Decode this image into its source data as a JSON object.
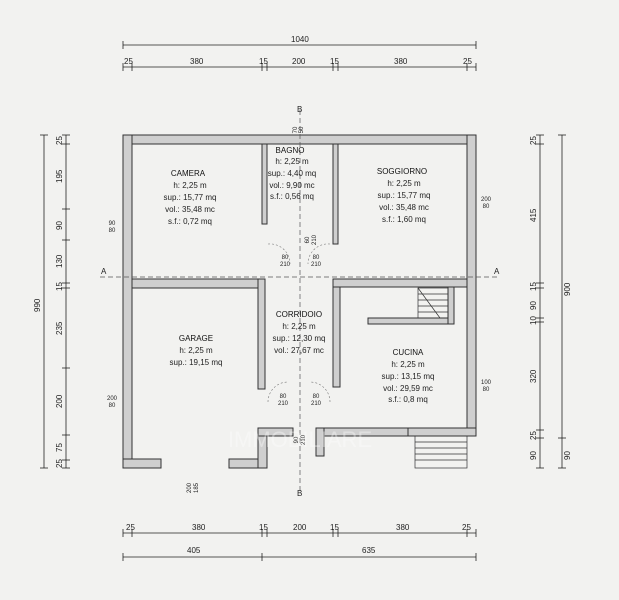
{
  "dims": {
    "top_total": "1040",
    "top_parts": [
      "25",
      "380",
      "15",
      "200",
      "15",
      "380",
      "25"
    ],
    "bottom_parts": [
      "25",
      "380",
      "15",
      "200",
      "15",
      "380",
      "25"
    ],
    "bottom_total": [
      "405",
      "635"
    ],
    "left_parts": [
      "25",
      "195",
      "90",
      "130",
      "15",
      "235",
      "200",
      "75",
      "25"
    ],
    "left_total": "990",
    "right_parts": [
      "25",
      "415",
      "15",
      "90",
      "10",
      "320",
      "25",
      "90"
    ],
    "right_total_900": "900",
    "right_total_90": "90"
  },
  "sections": {
    "a": "A",
    "b": "B"
  },
  "rooms": {
    "camera": {
      "name": "CAMERA",
      "h": "h: 2,25 m",
      "sup": "sup.: 15,77 mq",
      "vol": "vol.: 35,48 mc",
      "sf": "s.f.: 0,72 mq"
    },
    "bagno": {
      "name": "BAGNO",
      "h": "h: 2,25 m",
      "sup": "sup.: 4,40 mq",
      "vol": "vol.: 9,90 mc",
      "sf": "s.f.: 0,56 mq"
    },
    "soggiorno": {
      "name": "SOGGIORNO",
      "h": "h: 2,25 m",
      "sup": "sup.: 15,77 mq",
      "vol": "vol.: 35,48 mc",
      "sf": "s.f.: 1,60 mq"
    },
    "garage": {
      "name": "GARAGE",
      "h": "h: 2,25 m",
      "sup": "sup.: 19,15 mq"
    },
    "corridoio": {
      "name": "CORRIDOIO",
      "h": "h: 2,25 m",
      "sup": "sup.: 12,30 mq",
      "vol": "vol.: 27,67 mc"
    },
    "cucina": {
      "name": "CUCINA",
      "h": "h: 2,25 m",
      "sup": "sup.: 13,15 mq",
      "vol": "vol.: 29,59 mc",
      "sf": "s.f.: 0,8 mq"
    }
  },
  "openings": {
    "w_camera": [
      "90",
      "80"
    ],
    "w_garage": [
      "200",
      "80"
    ],
    "w_soggiorno": [
      "200",
      "80"
    ],
    "w_cucina": [
      "100",
      "80"
    ],
    "w_bagno": [
      "70",
      "50"
    ],
    "d_camera": [
      "80",
      "210"
    ],
    "d_soggiorno": [
      "80",
      "210"
    ],
    "d_bagno": [
      "60",
      "210"
    ],
    "d_garage": [
      "80",
      "210"
    ],
    "d_cucina": [
      "80",
      "210"
    ],
    "d_entry": [
      "90",
      "210"
    ],
    "garage_door": [
      "200",
      "185"
    ]
  },
  "watermark": "IMMOBILIARE"
}
